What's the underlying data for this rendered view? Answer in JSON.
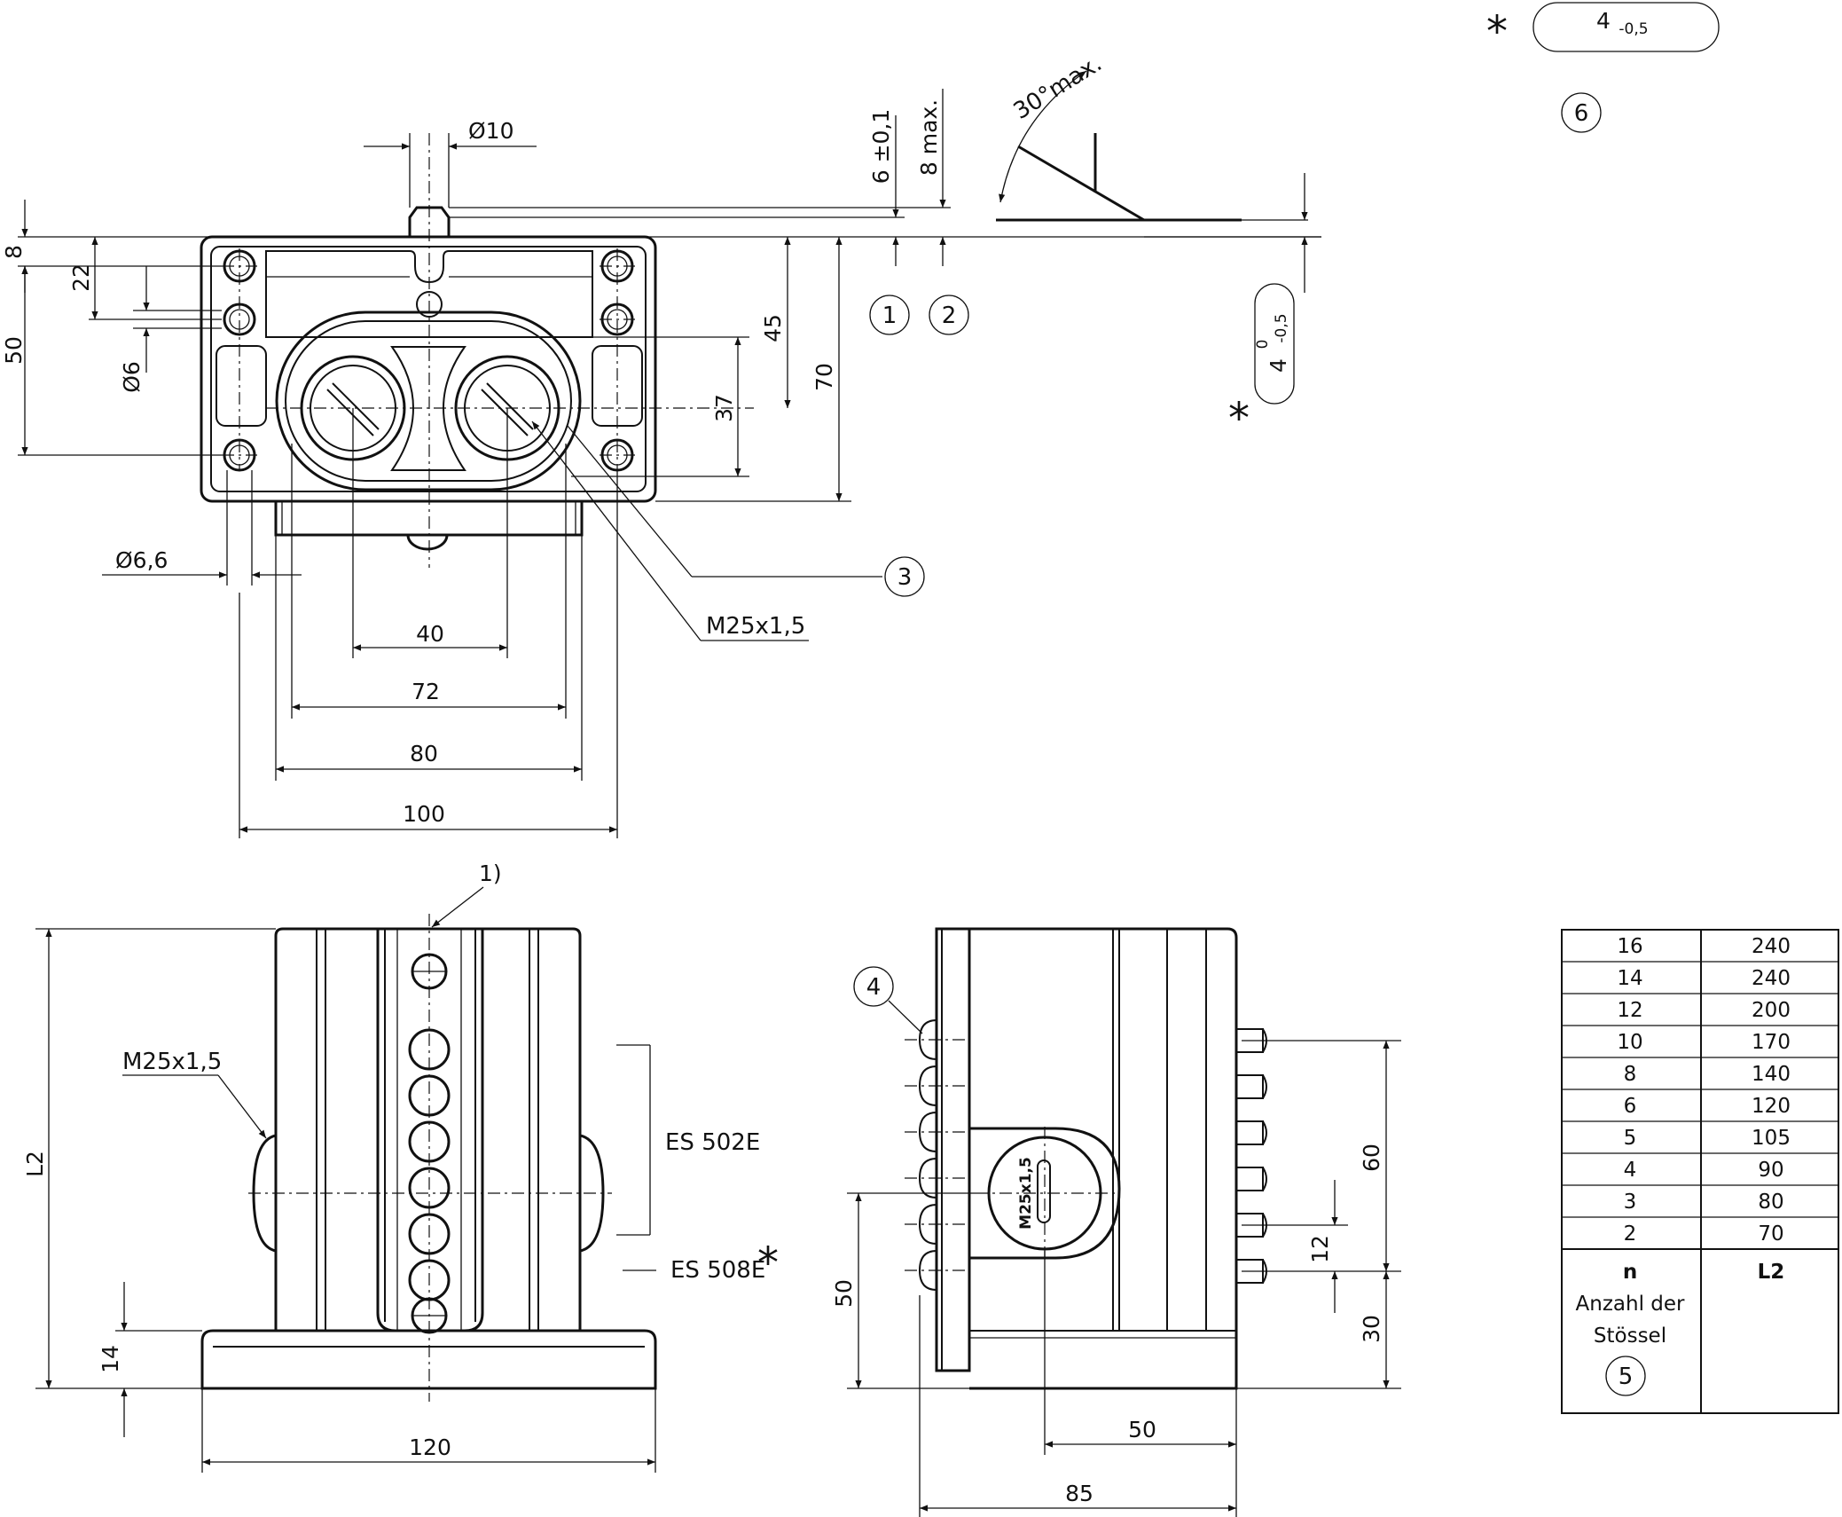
{
  "top_view": {
    "dim_8": "8",
    "dim_22": "22",
    "dim_50": "50",
    "dim_dia6": "Ø6",
    "dim_dia10": "Ø10",
    "dim_dia66": "Ø6,6",
    "dim_45": "45",
    "dim_70": "70",
    "dim_37": "37",
    "dim_40": "40",
    "dim_72": "72",
    "dim_80": "80",
    "dim_100": "100",
    "thread": "M25x1,5",
    "tol_6": "6 ±0,1",
    "dim_8max": "8 max.",
    "angle": "30°max."
  },
  "callouts": {
    "c1": "1",
    "c2": "2",
    "c3": "3",
    "c4": "4",
    "c5": "5",
    "c6": "6",
    "note1": "1)"
  },
  "insets": {
    "star": "*",
    "top_tol_main": "4",
    "top_tol_sub": "-0,5",
    "side_tol_main": "4",
    "side_tol_sub": "-0,5",
    "side_tol_sup": "0"
  },
  "front_view": {
    "thread": "M25x1,5",
    "dim_L2": "L2",
    "dim_14": "14",
    "dim_120": "120",
    "label_502": "ES 502E",
    "label_508": "ES 508E"
  },
  "side_view": {
    "thread": "M25x1,5",
    "dim_60": "60",
    "dim_12": "12",
    "dim_30": "30",
    "dim_50v": "50",
    "dim_50h": "50",
    "dim_85": "85"
  },
  "table": {
    "rows": [
      {
        "n": "16",
        "l2": "240"
      },
      {
        "n": "14",
        "l2": "240"
      },
      {
        "n": "12",
        "l2": "200"
      },
      {
        "n": "10",
        "l2": "170"
      },
      {
        "n": "8",
        "l2": "140"
      },
      {
        "n": "6",
        "l2": "120"
      },
      {
        "n": "5",
        "l2": "105"
      },
      {
        "n": "4",
        "l2": "90"
      },
      {
        "n": "3",
        "l2": "80"
      },
      {
        "n": "2",
        "l2": "70"
      }
    ],
    "header_n": "n",
    "header_l2": "L2",
    "caption_1": "Anzahl der",
    "caption_2": "Stössel"
  }
}
